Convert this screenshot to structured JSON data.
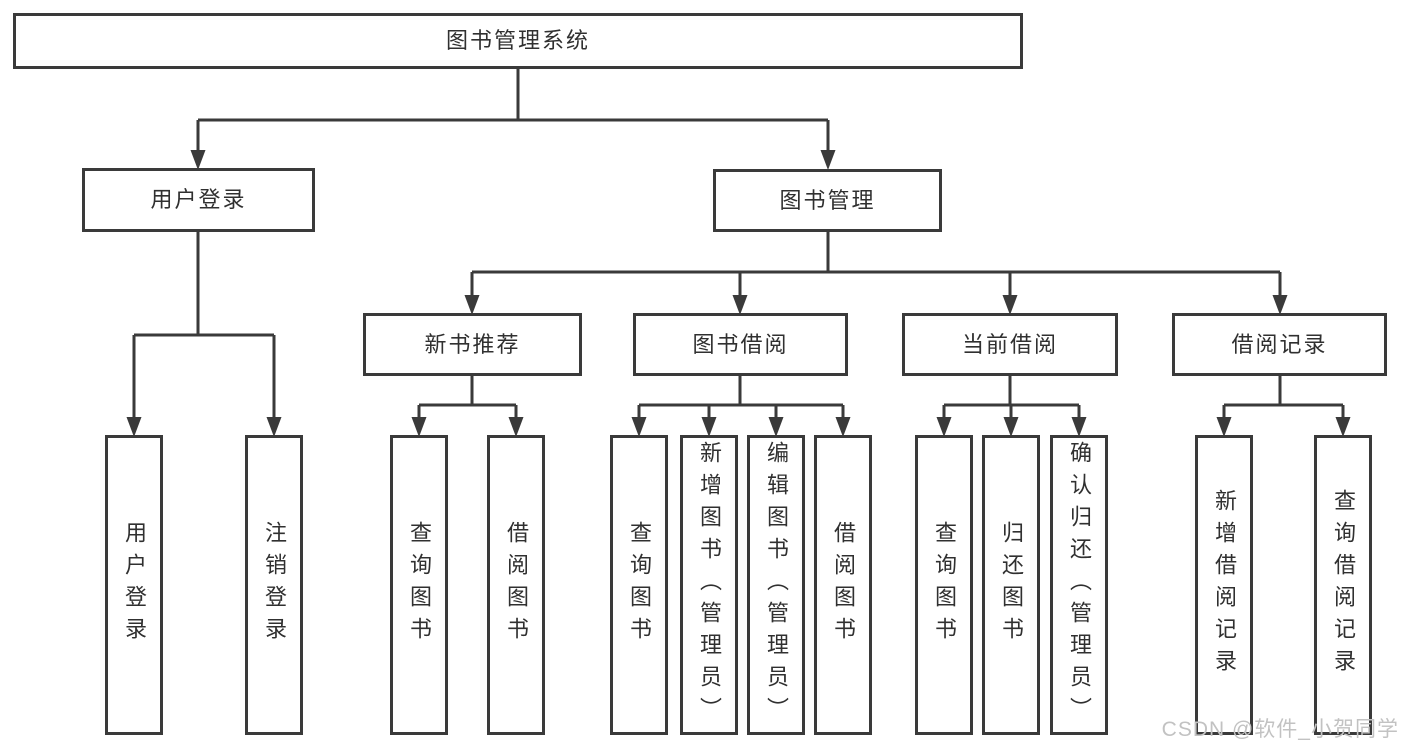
{
  "colors": {
    "line": "#3a3a3a",
    "box_border": "#3a3a3a",
    "text": "#303030",
    "watermark": "#c2c2c2",
    "background": "#ffffff"
  },
  "watermark": {
    "text": "CSDN @软件_小贺同学"
  },
  "tree": {
    "root": "图书管理系统",
    "children": [
      {
        "label": "用户登录",
        "children": [
          {
            "label": "用户登录"
          },
          {
            "label": "注销登录"
          }
        ]
      },
      {
        "label": "图书管理",
        "children": [
          {
            "label": "新书推荐",
            "children": [
              {
                "label": "查询图书"
              },
              {
                "label": "借阅图书"
              }
            ]
          },
          {
            "label": "图书借阅",
            "children": [
              {
                "label": "查询图书"
              },
              {
                "label": "新增图书（管理员）"
              },
              {
                "label": "编辑图书（管理员）"
              },
              {
                "label": "借阅图书"
              }
            ]
          },
          {
            "label": "当前借阅",
            "children": [
              {
                "label": "查询图书"
              },
              {
                "label": "归还图书"
              },
              {
                "label": "确认归还（管理员）"
              }
            ]
          },
          {
            "label": "借阅记录",
            "children": [
              {
                "label": "新增借阅记录"
              },
              {
                "label": "查询借阅记录"
              }
            ]
          }
        ]
      }
    ]
  }
}
